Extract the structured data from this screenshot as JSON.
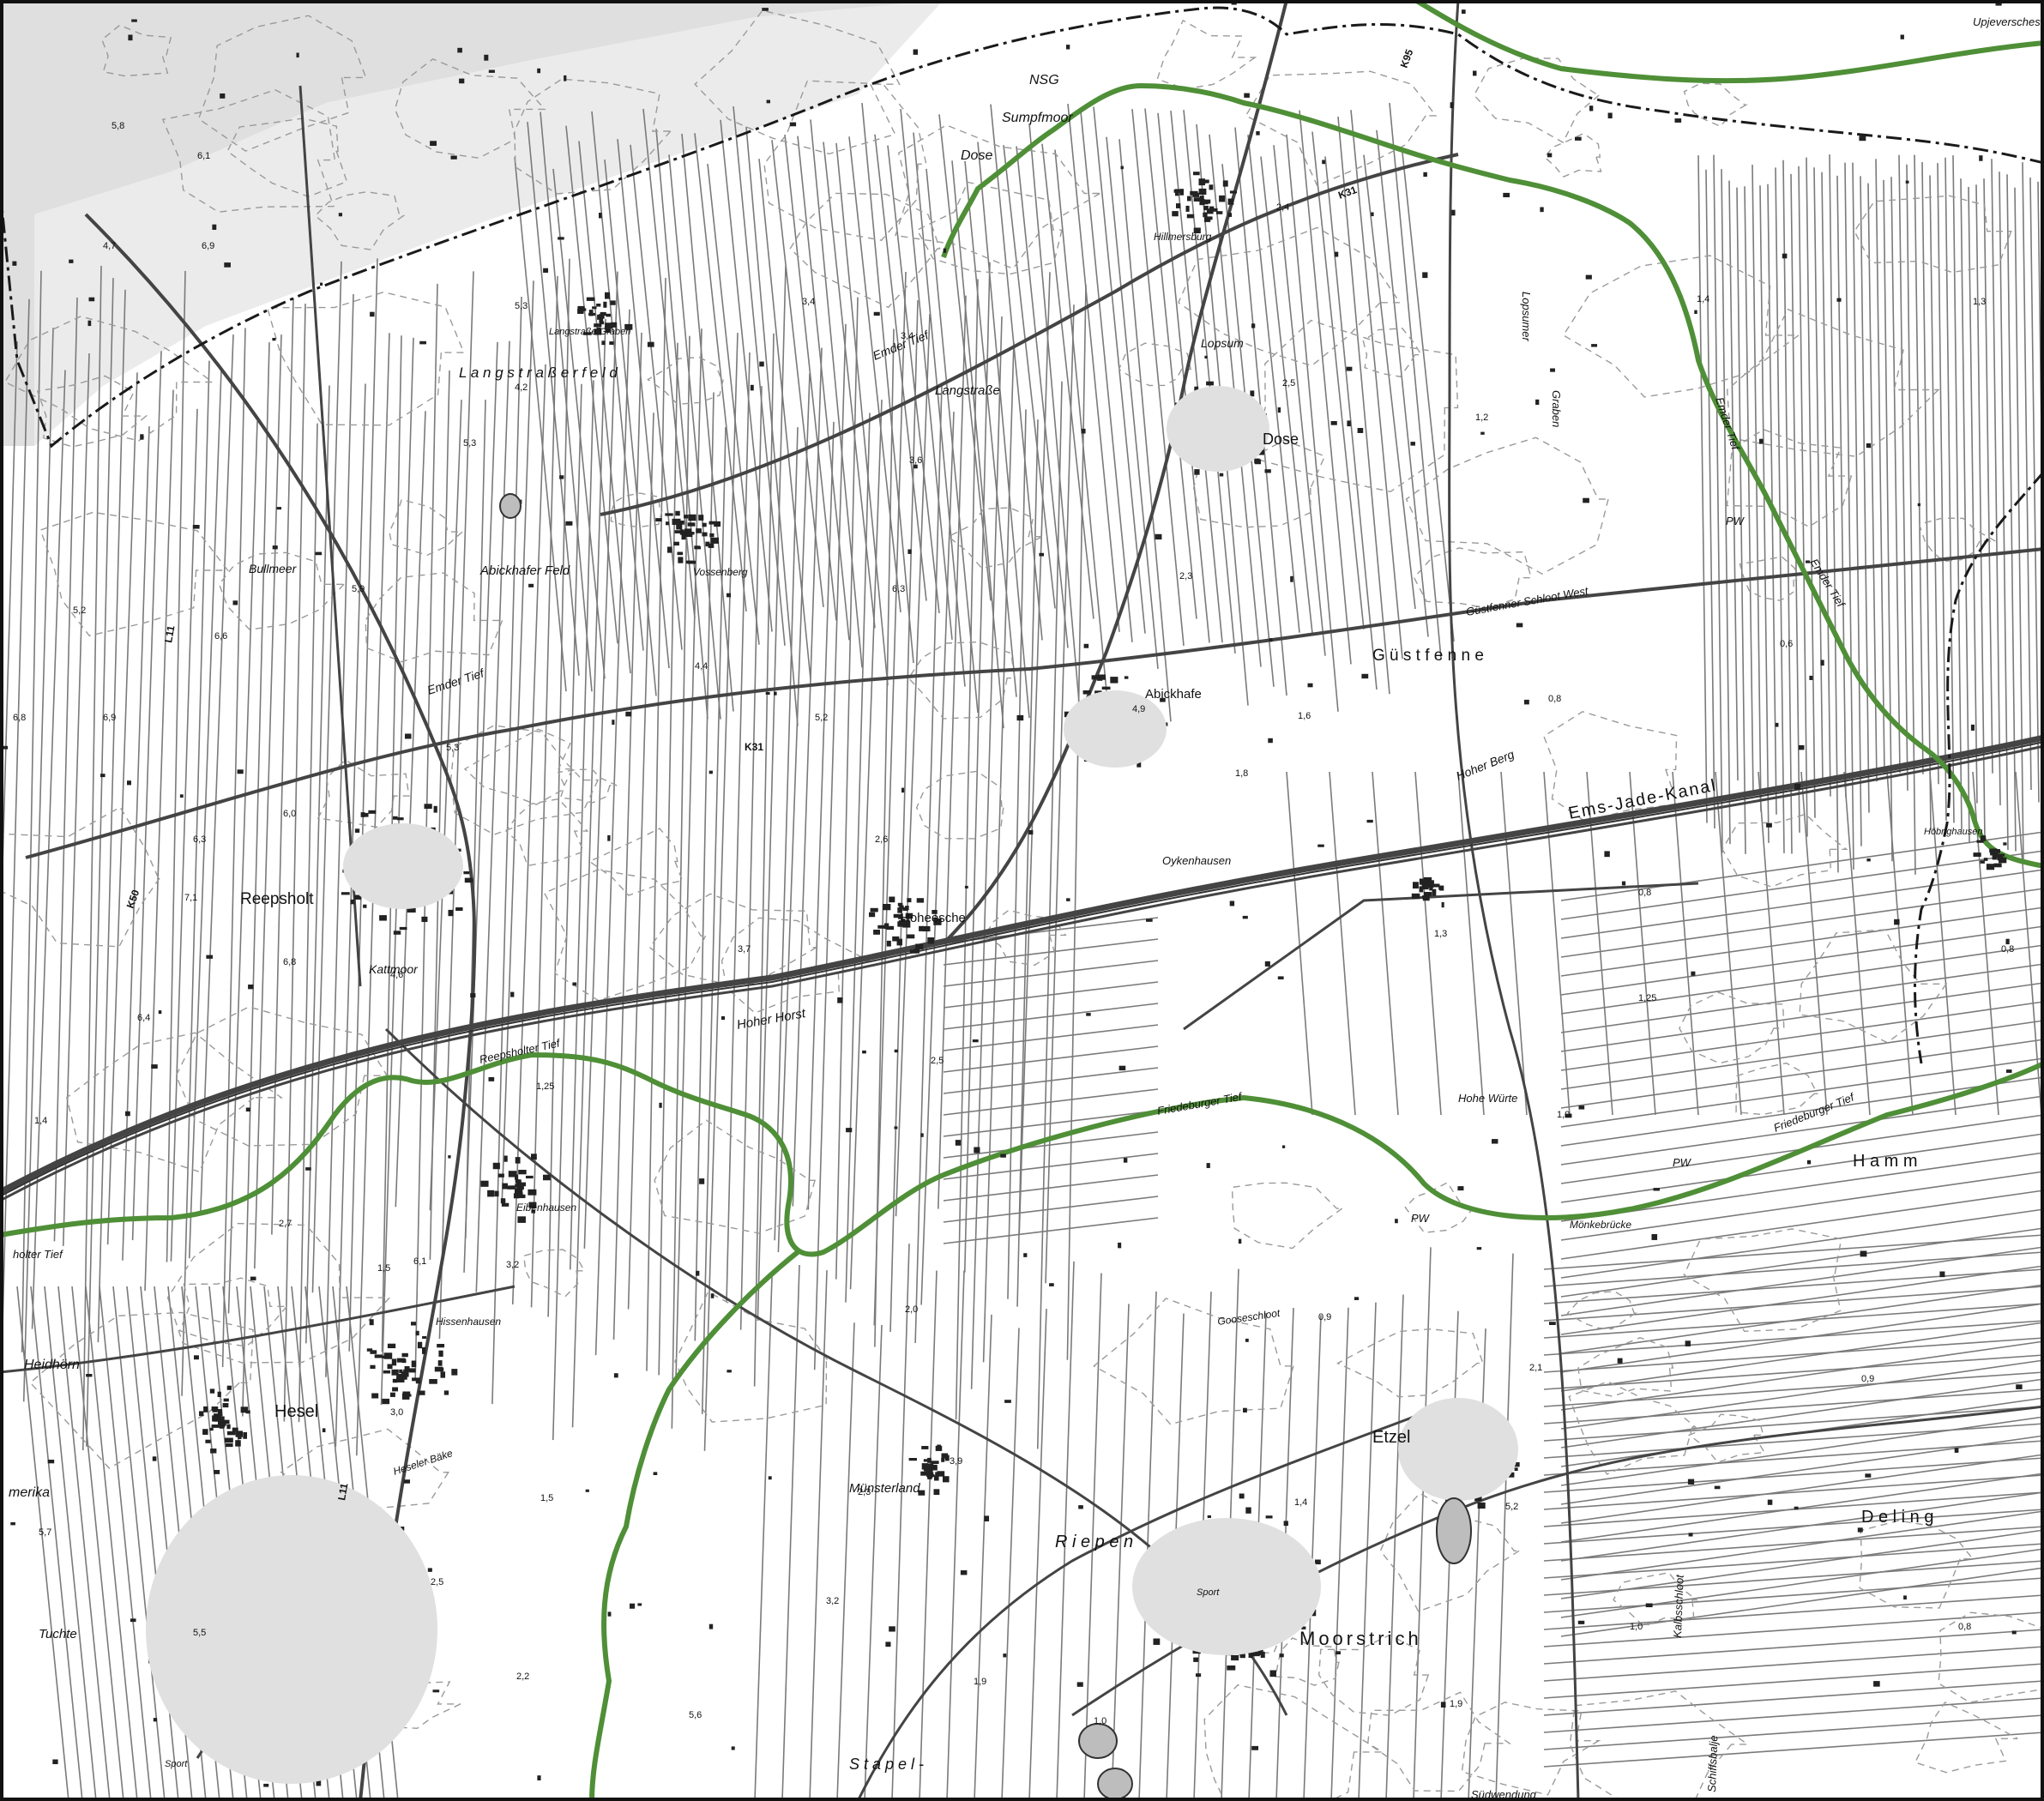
{
  "map": {
    "colors": {
      "background": "#ffffff",
      "road": "#4a4a4a",
      "field_line": "#6f6f6f",
      "contour": "#9a9a9a",
      "water_green": "#4f8f37",
      "boundary": "#1a1a1a",
      "moor_fill": "#d9d9d9",
      "building": "#222222"
    },
    "place_names": {
      "reepsholt": "Reepsholt",
      "dose": "Dose",
      "lopsum": "Lopsum",
      "abickhafe": "Abickhafe",
      "hoheesche": "Hoheesche",
      "etzel": "Etzel",
      "hesel": "Hesel",
      "moorstrich": "Moorstrich",
      "guestfenne": "G ü s t f e n n e",
      "langstrassenfeld": "L a n g s t r a ß e r f e l d",
      "langstrasse": "Langstraße",
      "riepen": "R i e p e n",
      "muensterland": "Münsterland",
      "stapel": "S t a p e l -",
      "hamm": "H a m m",
      "deling": "D e l i n g",
      "heidhoern": "Heidhörn",
      "tuchte": "Tuchte",
      "merika": "merika",
      "bullmeer": "Bullmeer",
      "abickhafer_feld": "Abickhafer Feld",
      "kattmoor": "Kattmoor",
      "hoher_horst": "Hoher Horst",
      "hoher_berg": "Hoher Berg",
      "oykenhausen": "Oykenhausen",
      "hillmersburg": "Hillmersburg",
      "vossenberg": "Vossenberg",
      "eibenhausen": "Eibenhausen",
      "hissenhausen": "Hissenhausen",
      "hoebrighausen": "Höbrighausen",
      "hohe_wuerte": "Hohe Würte",
      "moenkebruecke": "Mönkebrücke",
      "suedwendung": "Südwendung",
      "sumpfmoor": "Sumpfmoor",
      "dose_moor": "Dose",
      "nsg": "NSG"
    },
    "waterways": {
      "ems_jade_kanal": "Ems-Jade-Kanal",
      "emder_tief": "Emder Tief",
      "friedeburger_tief": "Friedeburger Tief",
      "reepsholter_tief": "Reepsholter Tief",
      "holter_tief": "holter Tief",
      "guestfenner_schloot": "Güstfenner Schloot West",
      "lopsumer_graben_1": "Lopsumer",
      "lopsumer_graben_2": "Graben",
      "langstrasse_graben": "Langstraße Graben",
      "gooseschloot": "Gooseschloot",
      "kalbsschloot": "Kalbsschloot",
      "schiffsbalje": "Schiffsbalje",
      "heseler_baeke": "Heseler Bäke",
      "upjeversches": "Upjeversches"
    },
    "roads": {
      "k31_a": "K31",
      "k31_b": "K31",
      "k50": "K50",
      "k95": "K95",
      "l11_a": "L11",
      "l11_b": "L11"
    },
    "markers": {
      "pw_1": "PW",
      "pw_2": "PW",
      "pw_3": "PW",
      "sport_1": "Sport",
      "sport_2": "Sport"
    },
    "elevations": [
      "6,9",
      "5,8",
      "4,7",
      "6,1",
      "5,3",
      "4,2",
      "5,3",
      "3,4",
      "3,6",
      "5,2",
      "5,9",
      "6,6",
      "6,9",
      "5,3",
      "6,0",
      "6,3",
      "7,1",
      "6,8",
      "6,4",
      "4,6",
      "3,4",
      "6,3",
      "4,4",
      "5,2",
      "4,9",
      "2,3",
      "1,2",
      "2,5",
      "2,4",
      "1,8",
      "1,6",
      "0,8",
      "0,6",
      "0,8",
      "1,3",
      "1,25",
      "1,0",
      "0,9",
      "2,1",
      "0,9",
      "1,0",
      "0,8",
      "1,4",
      "1,3",
      "0,8",
      "2,5",
      "1,25",
      "2,7",
      "1,5",
      "6,1",
      "3,2",
      "3,0",
      "1,5",
      "2,5",
      "2,2",
      "1,9",
      "2,3",
      "2,0",
      "3,2",
      "5,6",
      "1,9",
      "1,0",
      "1,4",
      "3,9",
      "5,2",
      "5,5",
      "5,7",
      "6,8",
      "1,4",
      "3,7",
      "2,6"
    ]
  }
}
